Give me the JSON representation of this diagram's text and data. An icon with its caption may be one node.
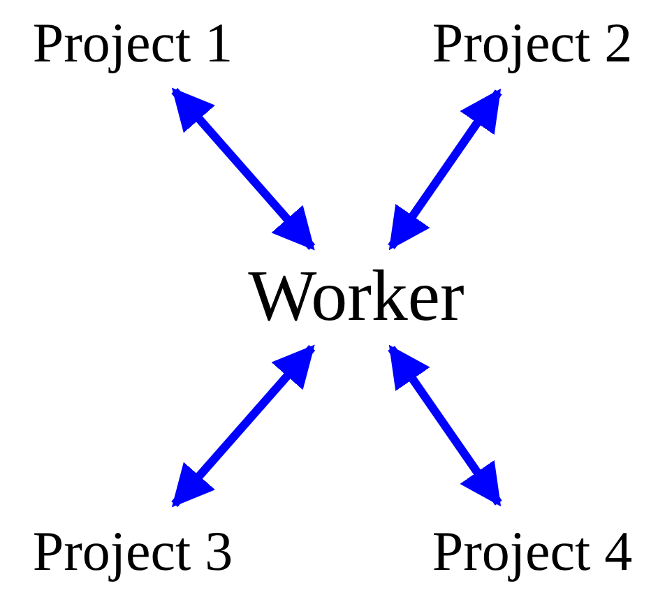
{
  "diagram": {
    "nodes": [
      {
        "text": [
          "Project 1"
        ]
      },
      {
        "text": [
          "Project 2"
        ]
      },
      {
        "text": [
          "Worker"
        ]
      },
      {
        "text": [
          "Project 3"
        ]
      },
      {
        "text": [
          "Project 4"
        ]
      }
    ],
    "edges": [
      {
        "from": 0,
        "to": 2,
        "arrow": "both"
      },
      {
        "from": 1,
        "to": 2,
        "arrow": "both"
      },
      {
        "from": 3,
        "to": 2,
        "arrow": "both"
      },
      {
        "from": 4,
        "to": 2,
        "arrow": "both"
      }
    ]
  }
}
